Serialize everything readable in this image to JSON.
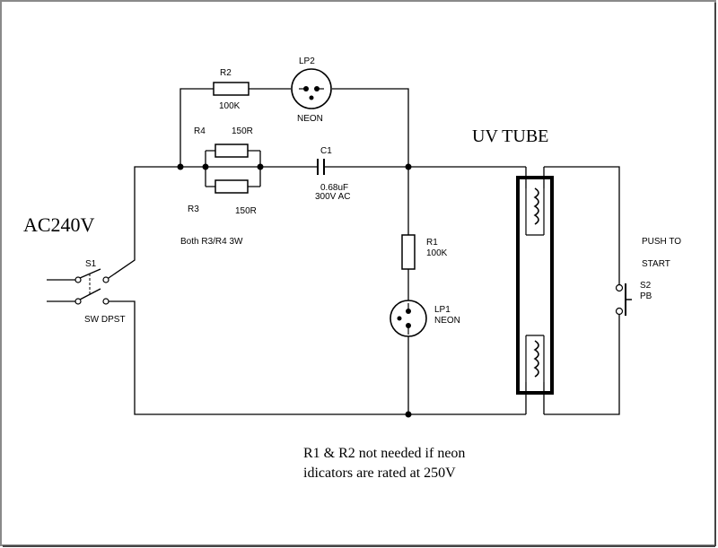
{
  "supply": {
    "label": "AC240V"
  },
  "tube": {
    "label": "UV TUBE"
  },
  "switch_s1": {
    "ref": "S1",
    "type": "SW DPST"
  },
  "resistor_r2": {
    "ref": "R2",
    "value": "100K"
  },
  "lamp_lp2": {
    "ref": "LP2",
    "type": "NEON"
  },
  "resistor_r4": {
    "ref": "R4",
    "value": "150R"
  },
  "resistor_r3": {
    "ref": "R3",
    "value": "150R"
  },
  "resistor_note": "Both R3/R4 3W",
  "capacitor_c1": {
    "ref": "C1",
    "value": "0.68uF",
    "rating": "300V AC"
  },
  "resistor_r1": {
    "ref": "R1",
    "value": "100K"
  },
  "lamp_lp1": {
    "ref": "LP1",
    "type": "NEON"
  },
  "button_s2": {
    "line1": "PUSH TO",
    "line2": "START",
    "ref": "S2",
    "type": "PB"
  },
  "footnote": {
    "line1": "R1 & R2 not needed if neon",
    "line2": "idicators are rated at 250V"
  }
}
